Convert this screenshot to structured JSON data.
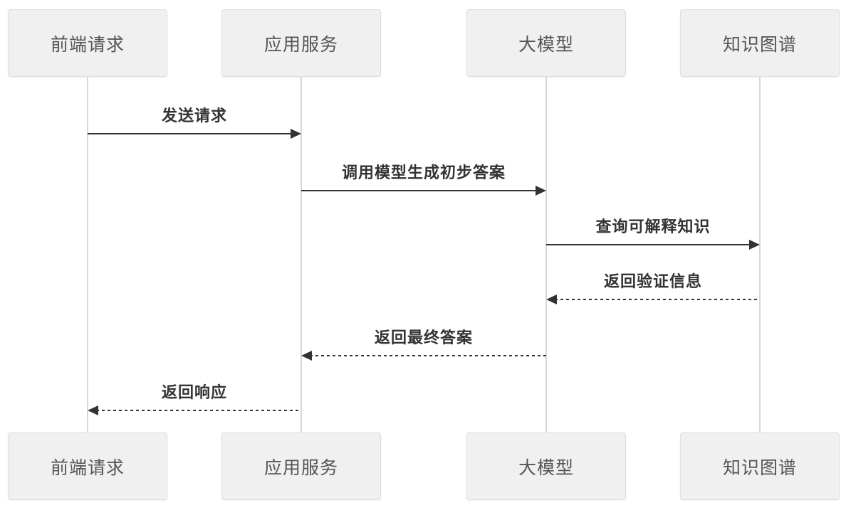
{
  "diagram": {
    "type": "sequence-diagram",
    "colors": {
      "actor_fill": "#f0f0f0",
      "actor_border": "#dedede",
      "actor_text": "#555555",
      "line_color": "#333333",
      "lifeline_color": "#d7d7d7",
      "message_text": "#333333",
      "bg": "#ffffff"
    },
    "actors": [
      {
        "label": "前端请求"
      },
      {
        "label": "应用服务"
      },
      {
        "label": "大模型"
      },
      {
        "label": "知识图谱"
      }
    ],
    "messages": [
      {
        "label": "发送请求",
        "from": "前端请求",
        "to": "应用服务",
        "line": "solid",
        "direction": "right"
      },
      {
        "label": "调用模型生成初步答案",
        "from": "应用服务",
        "to": "大模型",
        "line": "solid",
        "direction": "right"
      },
      {
        "label": "查询可解释知识",
        "from": "大模型",
        "to": "知识图谱",
        "line": "solid",
        "direction": "right"
      },
      {
        "label": "返回验证信息",
        "from": "知识图谱",
        "to": "大模型",
        "line": "dashed",
        "direction": "left"
      },
      {
        "label": "返回最终答案",
        "from": "大模型",
        "to": "应用服务",
        "line": "dashed",
        "direction": "left"
      },
      {
        "label": "返回响应",
        "from": "应用服务",
        "to": "前端请求",
        "line": "dashed",
        "direction": "left"
      }
    ]
  }
}
